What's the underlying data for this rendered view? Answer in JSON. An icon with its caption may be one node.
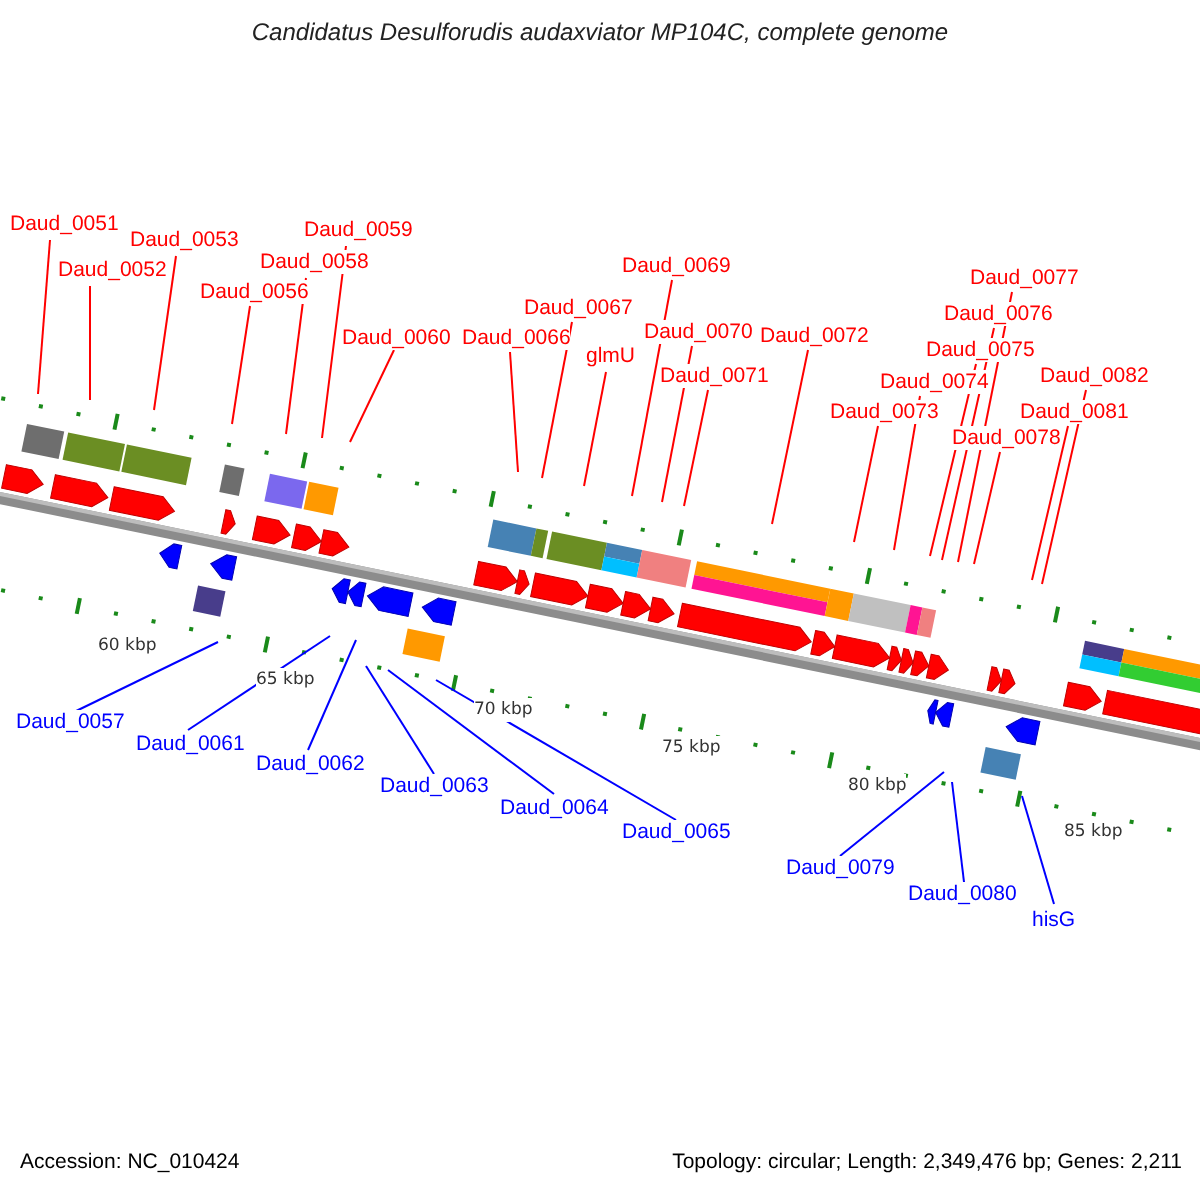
{
  "diagram": {
    "title": "Candidatus Desulforudis audaxviator MP104C, complete genome",
    "nodes": [
      {
        "text": [
          "Daud_0051"
        ]
      },
      {
        "text": [
          "Daud_0052"
        ]
      },
      {
        "text": [
          "Daud_0053"
        ]
      },
      {
        "text": [
          "Daud_0056"
        ]
      },
      {
        "text": [
          "Daud_0058"
        ]
      },
      {
        "text": [
          "Daud_0059"
        ]
      },
      {
        "text": [
          "Daud_0060"
        ]
      },
      {
        "text": [
          "Daud_0066"
        ]
      },
      {
        "text": [
          "Daud_0067"
        ]
      },
      {
        "text": [
          "glmU"
        ]
      },
      {
        "text": [
          "Daud_0069"
        ]
      },
      {
        "text": [
          "Daud_0070"
        ]
      },
      {
        "text": [
          "Daud_0071"
        ]
      },
      {
        "text": [
          "Daud_0072"
        ]
      },
      {
        "text": [
          "Daud_0073"
        ]
      },
      {
        "text": [
          "Daud_0074"
        ]
      },
      {
        "text": [
          "Daud_0075"
        ]
      },
      {
        "text": [
          "Daud_0076"
        ]
      },
      {
        "text": [
          "Daud_0077"
        ]
      },
      {
        "text": [
          "Daud_0078"
        ]
      },
      {
        "text": [
          "Daud_0081"
        ]
      },
      {
        "text": [
          "Daud_0082"
        ]
      },
      {
        "text": [
          "Daud_0057"
        ]
      },
      {
        "text": [
          "Daud_0061"
        ]
      },
      {
        "text": [
          "Daud_0062"
        ]
      },
      {
        "text": [
          "Daud_0063"
        ]
      },
      {
        "text": [
          "Daud_0064"
        ]
      },
      {
        "text": [
          "Daud_0065"
        ]
      },
      {
        "text": [
          "Daud_0079"
        ]
      },
      {
        "text": [
          "Daud_0080"
        ]
      },
      {
        "text": [
          "hisG"
        ]
      }
    ],
    "edges": [
      {
        "from": 0,
        "to": null,
        "arrow": "none"
      },
      {
        "from": 1,
        "to": null,
        "arrow": "none"
      },
      {
        "from": 2,
        "to": null,
        "arrow": "none"
      },
      {
        "from": 3,
        "to": null,
        "arrow": "none"
      },
      {
        "from": 4,
        "to": null,
        "arrow": "none"
      },
      {
        "from": 5,
        "to": null,
        "arrow": "none"
      },
      {
        "from": 6,
        "to": null,
        "arrow": "none"
      },
      {
        "from": 7,
        "to": null,
        "arrow": "none"
      },
      {
        "from": 8,
        "to": null,
        "arrow": "none"
      },
      {
        "from": 9,
        "to": null,
        "arrow": "none"
      },
      {
        "from": 10,
        "to": null,
        "arrow": "none"
      },
      {
        "from": 11,
        "to": null,
        "arrow": "none"
      },
      {
        "from": 12,
        "to": null,
        "arrow": "none"
      },
      {
        "from": 13,
        "to": null,
        "arrow": "none"
      },
      {
        "from": 14,
        "to": null,
        "arrow": "none"
      },
      {
        "from": 15,
        "to": null,
        "arrow": "none"
      },
      {
        "from": 16,
        "to": null,
        "arrow": "none"
      },
      {
        "from": 17,
        "to": null,
        "arrow": "none"
      },
      {
        "from": 18,
        "to": null,
        "arrow": "none"
      },
      {
        "from": 19,
        "to": null,
        "arrow": "none"
      },
      {
        "from": 20,
        "to": null,
        "arrow": "none"
      },
      {
        "from": 21,
        "to": null,
        "arrow": "none"
      },
      {
        "from": 22,
        "to": null,
        "arrow": "none",
        "color": "#0000ff"
      },
      {
        "from": 23,
        "to": null,
        "arrow": "none",
        "color": "#0000ff"
      },
      {
        "from": 24,
        "to": null,
        "arrow": "none",
        "color": "#0000ff"
      },
      {
        "from": 25,
        "to": null,
        "arrow": "none",
        "color": "#0000ff"
      },
      {
        "from": 26,
        "to": null,
        "arrow": "none",
        "color": "#0000ff"
      },
      {
        "from": 27,
        "to": null,
        "arrow": "none",
        "color": "#0000ff"
      },
      {
        "from": 28,
        "to": null,
        "arrow": "none",
        "color": "#0000ff"
      },
      {
        "from": 29,
        "to": null,
        "arrow": "none",
        "color": "#0000ff"
      },
      {
        "from": 30,
        "to": null,
        "arrow": "none",
        "color": "#0000ff"
      }
    ],
    "labels": [
      "60 kbp",
      "65 kbp",
      "70 kbp",
      "75 kbp",
      "80 kbp",
      "85 kbp",
      "Accession: NC_010424",
      "Topology: circular; Length: 2,349,476 bp; Genes: 2,211"
    ]
  }
}
